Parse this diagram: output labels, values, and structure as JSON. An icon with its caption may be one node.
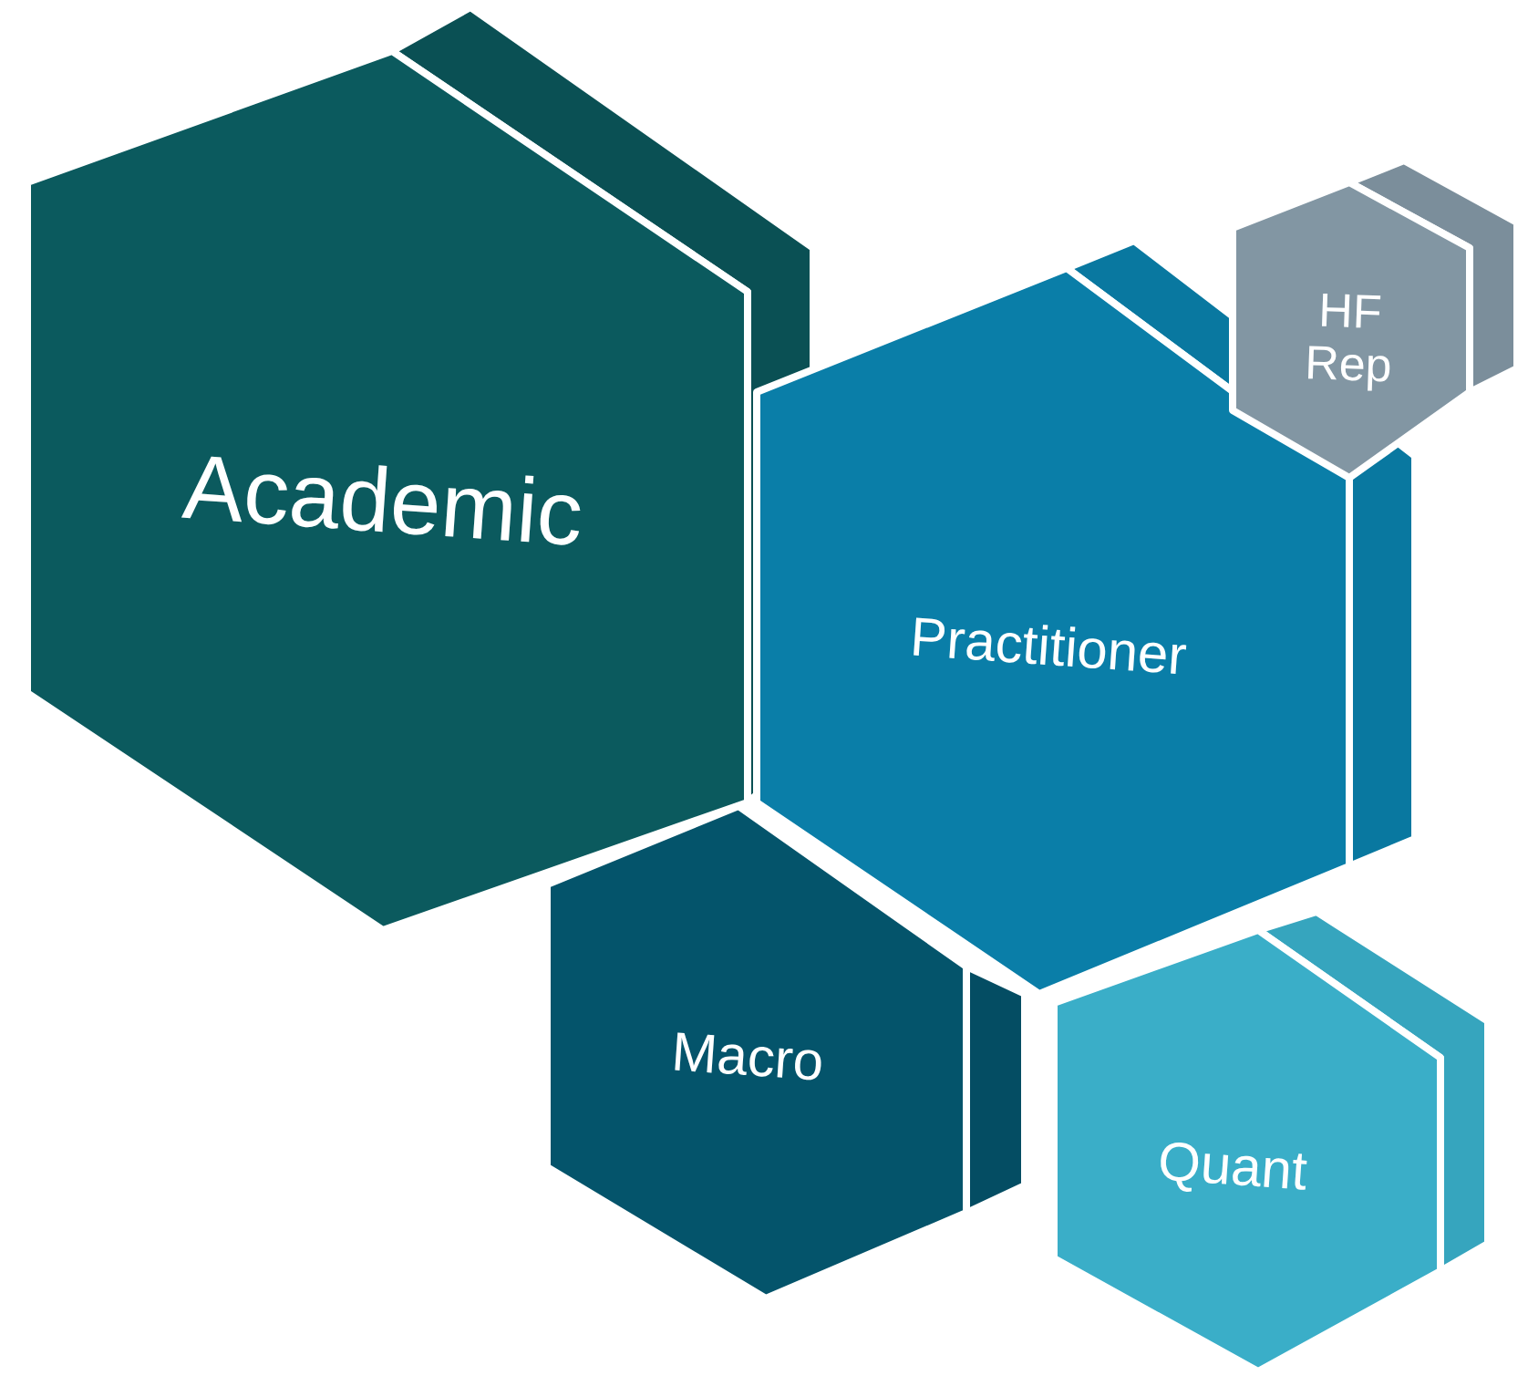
{
  "diagram": {
    "nodes": [
      {
        "text": [
          "Academic"
        ]
      },
      {
        "text": [
          "Practitioner"
        ]
      },
      {
        "text": [
          "HF Rep"
        ]
      },
      {
        "text": [
          "Macro"
        ]
      },
      {
        "text": [
          "Quant"
        ]
      }
    ]
  }
}
